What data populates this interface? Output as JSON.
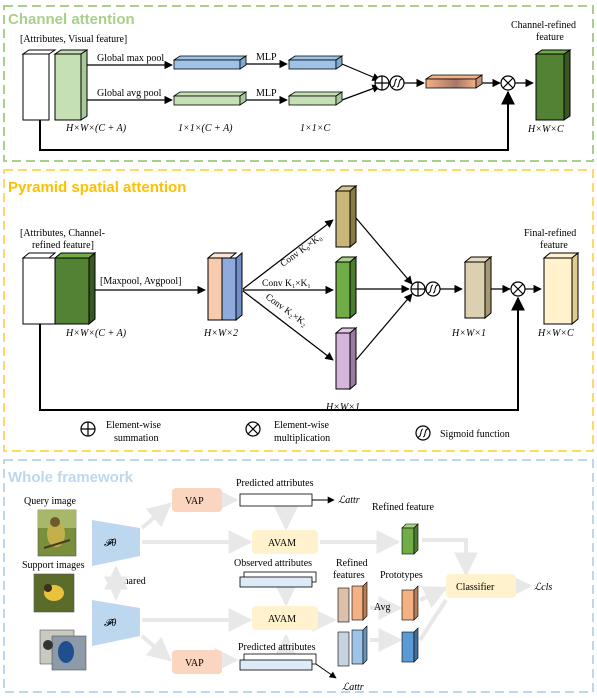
{
  "sections": {
    "channel": {
      "title": "Channel attention",
      "color": "#a8d08d",
      "input_label": "[Attributes, Visual feature]",
      "max_pool": "Global max pool",
      "avg_pool": "Global avg pool",
      "mlp": "MLP",
      "dim_input": "H×W×(C + A)",
      "dim_pool": "1×1×(C + A)",
      "dim_mlp": "1×1×C",
      "output_label_1": "Channel-refined",
      "output_label_2": "feature",
      "dim_output": "H×W×C"
    },
    "pyramid": {
      "title": "Pyramid spatial attention",
      "color": "#ffd966",
      "input_label_1": "[Attributes, Channel-",
      "input_label_2": "refined feature]",
      "pool_label": "[Maxpool, Avgpool]",
      "conv0": "Conv K₀×K₀",
      "conv1": "Conv K₁×K₁",
      "conv2": "Conv K₂×K₂",
      "dim_input": "H×W×(C + A)",
      "dim_pool": "H×W×2",
      "dim_conv": "H×W×1",
      "dim_attn": "H×W×1",
      "output_label_1": "Final-refined",
      "output_label_2": "feature",
      "dim_output": "H×W×C",
      "legend": {
        "sum_1": "Element-wise",
        "sum_2": "summation",
        "mul_1": "Element-wise",
        "mul_2": "multiplication",
        "sigmoid": "Sigmoid function"
      }
    },
    "framework": {
      "title": "Whole framework",
      "color": "#bdd7ee",
      "query_image": "Query image",
      "support_images": "Support images",
      "shared": "Shared",
      "f_theta": "𝓕θ",
      "vap": "VAP",
      "avam": "AVAM",
      "predicted_attributes": "Predicted attributes",
      "observed_attributes": "Observed attributes",
      "refined_feature": "Refined feature",
      "refined_features_1": "Refined",
      "refined_features_2": "features",
      "prototypes": "Prototypes",
      "avg": "Avg",
      "classifier": "Classifier",
      "loss_attr": "ℒattr",
      "loss_cls": "ℒcls"
    }
  }
}
